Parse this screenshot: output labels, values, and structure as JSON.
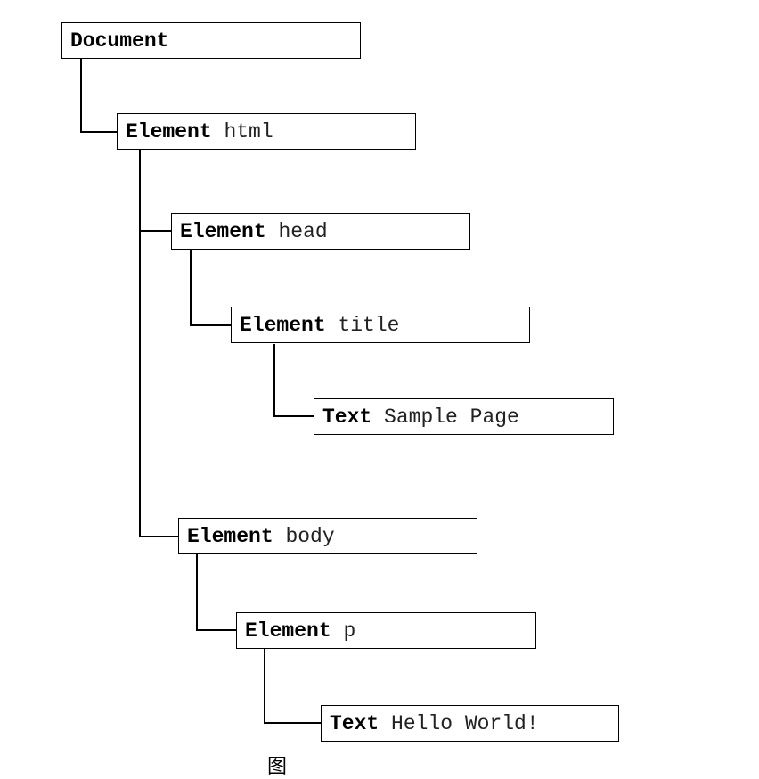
{
  "nodes": [
    {
      "kind": "Document",
      "value": ""
    },
    {
      "kind": "Element",
      "value": "html"
    },
    {
      "kind": "Element",
      "value": "head"
    },
    {
      "kind": "Element",
      "value": "title"
    },
    {
      "kind": "Text",
      "value": "Sample Page"
    },
    {
      "kind": "Element",
      "value": "body"
    },
    {
      "kind": "Element",
      "value": "p"
    },
    {
      "kind": "Text",
      "value": "Hello World!"
    }
  ],
  "caption": "图"
}
